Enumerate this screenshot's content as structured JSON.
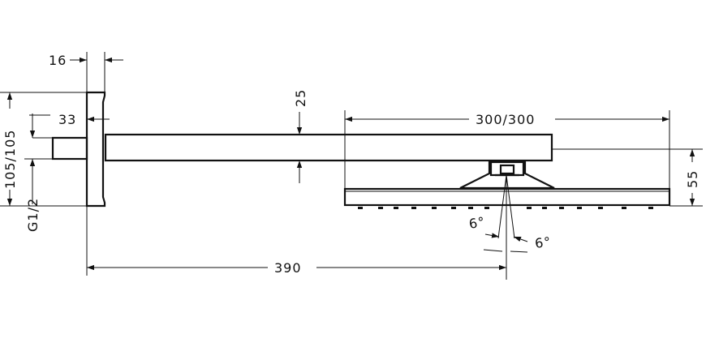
{
  "dimensions": {
    "plate_thickness": "16",
    "arm_offset": "33",
    "plate_height": "105/105",
    "thread": "G1/2",
    "arm_height": "25",
    "head_size": "300/300",
    "head_height": "55",
    "projection": "390",
    "tilt_left": "6°",
    "tilt_right": "6°"
  },
  "colors": {
    "line": "#111111",
    "background": "#ffffff"
  }
}
